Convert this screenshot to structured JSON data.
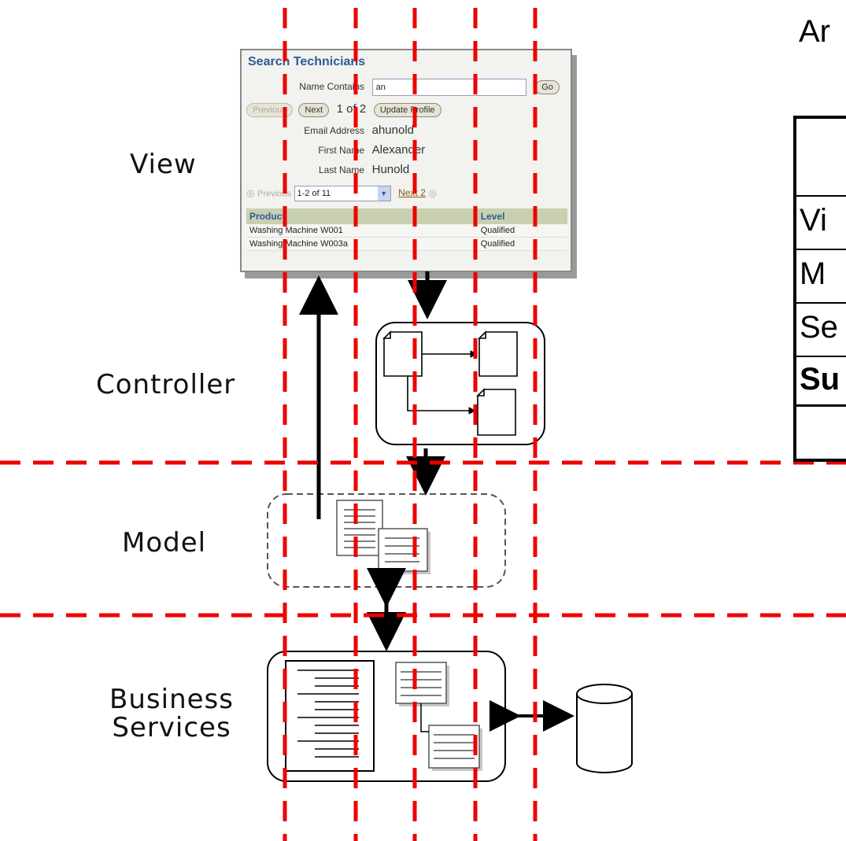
{
  "partial_title": "Ar",
  "layers": {
    "view": "View",
    "controller": "Controller",
    "model": "Model",
    "business": "Business Services"
  },
  "screen": {
    "title": "Search Technicians",
    "name_label": "Name Contains",
    "name_value": "an",
    "go_button": "Go",
    "previous_button": "Previous",
    "next_button": "Next",
    "record_counter": "1 of 2",
    "update_button": "Update Profile",
    "email_label": "Email Address",
    "email_value": "ahunold",
    "first_label": "First Name",
    "first_value": "Alexander",
    "last_label": "Last Name",
    "last_value": "Hunold",
    "pager_previous": "Previous",
    "range_select": "1-2 of 11",
    "pager_next": "Next 2",
    "columns": [
      "Product",
      "Level"
    ],
    "rows": [
      [
        "Washing Machine W001",
        "Qualified"
      ],
      [
        "Washing Machine W003a",
        "Qualified"
      ]
    ]
  },
  "table_partial": [
    "Vi",
    "M",
    "Se",
    "Su"
  ],
  "colors": {
    "dash": "#ee0000",
    "link": "#2f5a9a"
  }
}
